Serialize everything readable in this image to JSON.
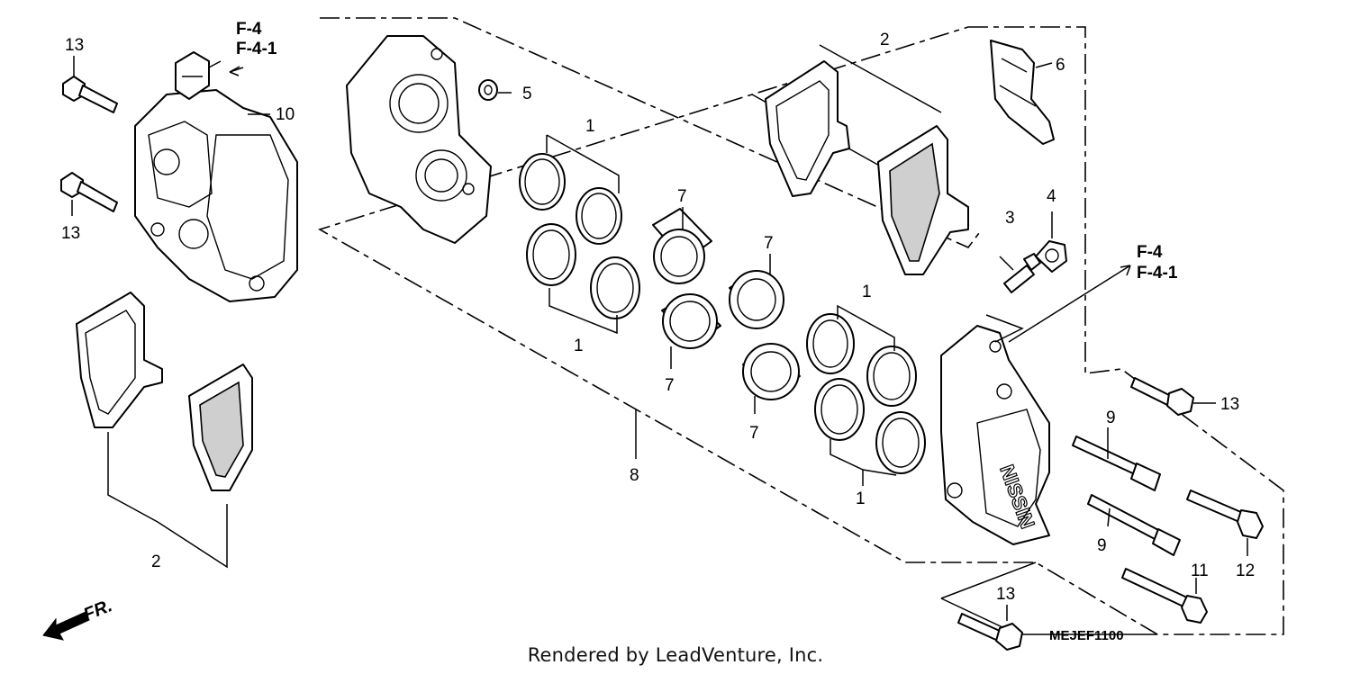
{
  "callouts": {
    "c1a": "1",
    "c1b": "1",
    "c1c": "1",
    "c1d": "1",
    "c2a": "2",
    "c2b": "2",
    "c3": "3",
    "c4": "4",
    "c5": "5",
    "c6": "6",
    "c7a": "7",
    "c7b": "7",
    "c7c": "7",
    "c7d": "7",
    "c8": "8",
    "c9a": "9",
    "c9b": "9",
    "c10": "10",
    "c11": "11",
    "c12": "12",
    "c13a": "13",
    "c13b": "13",
    "c13c": "13",
    "c13d": "13"
  },
  "refs": {
    "left_line1": "F-4",
    "left_line2": "F-4-1",
    "right_line1": "F-4",
    "right_line2": "F-4-1"
  },
  "front_label": "FR.",
  "diagram_code": "MEJEF1100",
  "footer": "Rendered by LeadVenture, Inc."
}
